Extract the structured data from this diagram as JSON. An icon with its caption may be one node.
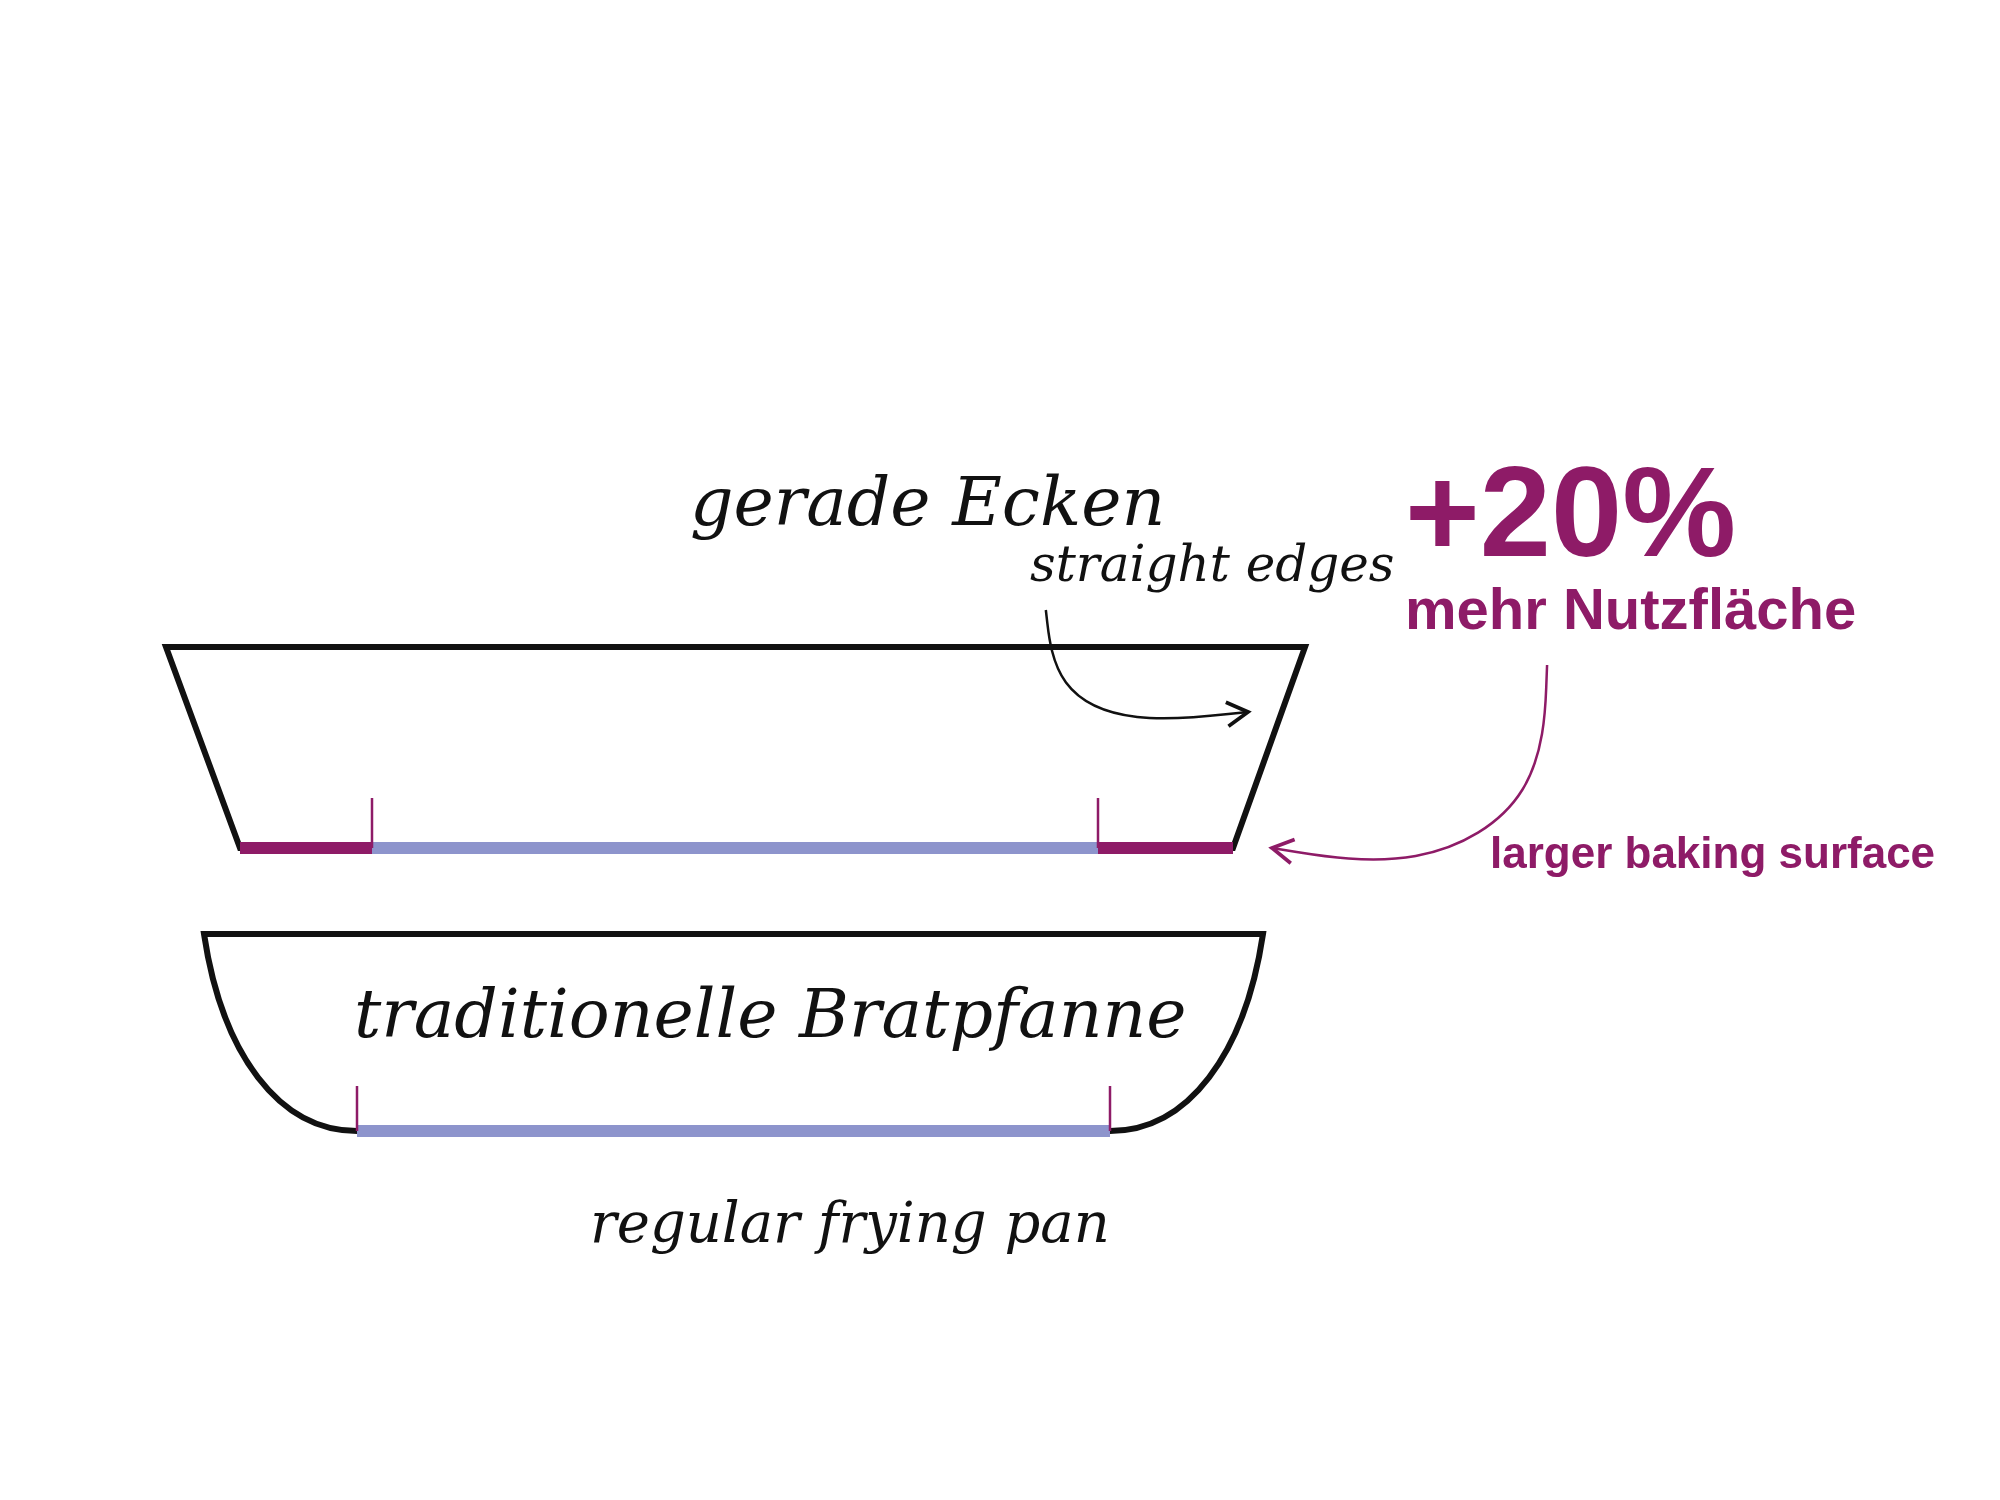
{
  "diagram": {
    "nodes": [
      {
        "text": [
          "straight edges"
        ]
      },
      {
        "text": [],
        "shape": "trapezoid"
      },
      {
        "text": [
          "+20%",
          "mehr Nutzfläche"
        ]
      },
      {
        "text": [
          "traditionelle Bratpfanne"
        ],
        "beside": [
          "regular frying pan"
        ]
      }
    ],
    "edges": [
      {
        "from": 0,
        "to": 1,
        "arrow": "to"
      },
      {
        "from": 2,
        "to": 1,
        "arrow": "to",
        "color": "#8e1b67"
      }
    ],
    "labels": [
      "gerade Ecken",
      "larger baking surface"
    ]
  }
}
